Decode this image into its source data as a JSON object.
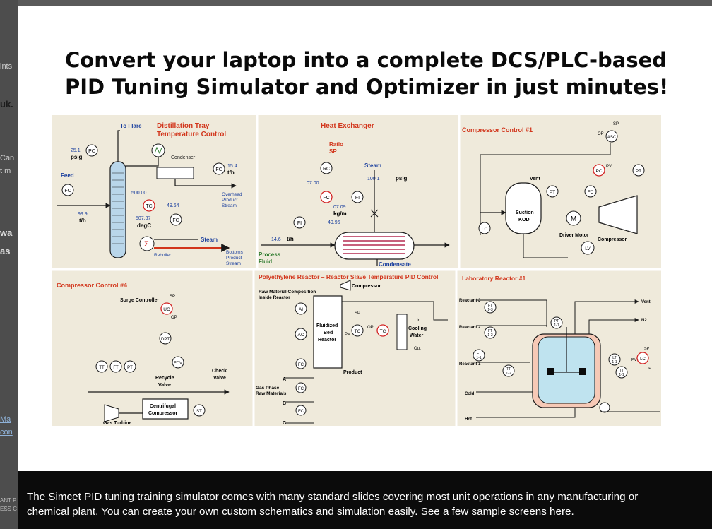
{
  "background_page": {
    "fragments": [
      "ints",
      "uk.",
      "Can",
      "t m",
      "wa",
      "as",
      "Ma",
      "con",
      "ANT P",
      "ESS C"
    ]
  },
  "headline": {
    "line1": "Convert your laptop into a complete DCS/PLC-based",
    "line2": "PID Tuning Simulator and Optimizer in just minutes!"
  },
  "caption": {
    "line1": "The Simcet PID tuning training simulator comes with many standard slides covering most unit operations in any manufacturing or",
    "line2": "chemical plant.  You can create your own custom schematics and simulation easily.  See a few sample screens here."
  },
  "panels": {
    "distillation": {
      "title1": "Distillation Tray",
      "title2": "Temperature Control",
      "to_flare": "To Flare",
      "condenser": "Condenser",
      "feed": "Feed",
      "reboiler": "Reboiler",
      "steam": "Steam",
      "overhead1": "Overhead",
      "overhead2": "Product",
      "overhead3": "Stream",
      "bottoms1": "Bottoms",
      "bottoms2": "Product",
      "bottoms3": "Stream",
      "pc_value": "25.1",
      "pc_unit": "psig",
      "fc_top_value": "15.4",
      "fc_top_unit": "t/h",
      "feed_value": "99.9",
      "feed_unit": "t/h",
      "sp_value": "500.00",
      "tc_value": "507.37",
      "tc_unit": "degC",
      "steam_value": "49.64",
      "tag_pc": "PC",
      "tag_fc": "FC",
      "tag_tc": "TC"
    },
    "heat_exchanger": {
      "title": "Heat Exchanger",
      "ratio1": "Ratio",
      "ratio2": "SP",
      "steam": "Steam",
      "steam_value": "100.1",
      "steam_unit": "psig",
      "rc_value": "07.00",
      "fc_value": "07.09",
      "fc_unit": "kg/m",
      "fi_value": "49.96",
      "process1": "Process",
      "process2": "Fluid",
      "process_value": "14.6",
      "process_unit": "t/h",
      "condensate": "Condensate",
      "tag_rc": "RC",
      "tag_fc": "FC",
      "tag_fi": "FI"
    },
    "compressor1": {
      "title": "Compressor Control #1",
      "vent": "Vent",
      "suction1": "Suction",
      "suction2": "KOD",
      "driver": "Driver Motor",
      "compressor": "Compressor",
      "op": "OP",
      "sp": "SP",
      "pv": "PV",
      "tag_asc": "ASC",
      "tag_pc": "PC",
      "tag_pt": "PT",
      "tag_fc": "FC",
      "tag_lc": "LC",
      "tag_lv": "LV",
      "tag_m": "M"
    },
    "compressor4": {
      "title": "Compressor Control #4",
      "surge": "Surge Controller",
      "recycle1": "Recycle",
      "recycle2": "Valve",
      "check1": "Check",
      "check2": "Valve",
      "centrifugal1": "Centrifugal",
      "centrifugal2": "Compressor",
      "turbine": "Gas Turbine",
      "sp": "SP",
      "op": "OP",
      "tag_uc": "UC",
      "tag_dpt": "DPT",
      "tag_fcv": "FCV",
      "tag_tt": "TT",
      "tag_ft": "FT",
      "tag_pt": "PT",
      "tag_st": "ST"
    },
    "polyethylene": {
      "title": "Polyethylene Reactor – Reactor Slave Temperature PID Control",
      "raw1": "Raw Material Composition",
      "raw2": "Inside Reactor",
      "compressor": "Compressor",
      "reactor1": "Fluidized",
      "reactor2": "Bed",
      "reactor3": "Reactor",
      "product": "Product",
      "gas1": "Gas Phase",
      "gas2": "Raw Materials",
      "cooling1": "Cooling",
      "cooling2": "Water",
      "in": "In",
      "out": "Out",
      "feed_a": "A",
      "feed_b": "B",
      "feed_c": "C",
      "sp": "SP",
      "pv": "PV",
      "op": "OP",
      "tag_ai": "AI",
      "tag_ac": "AC",
      "tag_fc": "FC",
      "tag_tc": "TC"
    },
    "lab_reactor": {
      "title": "Laboratory Reactor #1",
      "reactant3": "Reactant 3",
      "reactant2": "Reactant 2",
      "reactant1": "Reactant 1",
      "vent": "Vent",
      "n2": "N2",
      "cold": "Cold",
      "hot": "Hot",
      "sp": "SP",
      "pv": "PV",
      "op": "OP",
      "tag_ft13a": "FT",
      "tag_ft13b": "1-3",
      "tag_ft12a": "FT",
      "tag_ft12b": "1-2",
      "tag_ft11a": "FT",
      "tag_ft11b": "1-1",
      "tag_pt1a": "PT",
      "tag_pt1b": "1-1",
      "tag_tt12a": "TT",
      "tag_tt12b": "1-2",
      "tag_lt1a": "LT",
      "tag_lt1b": "1-1",
      "tag_tt11a": "TT",
      "tag_tt11b": "1-1",
      "tag_lc": "LC"
    }
  },
  "colors": {
    "panel_bg": "#efeadb",
    "title_red": "#d2361c",
    "value_blue": "#1a3f9e",
    "line": "#1a1a1a",
    "column_fill": "#b9d6ea",
    "reactor_fill": "#bfe3ef",
    "hx_tube": "#c7607c",
    "green_label": "#2c7a2c",
    "red_tag": "#d22222"
  }
}
